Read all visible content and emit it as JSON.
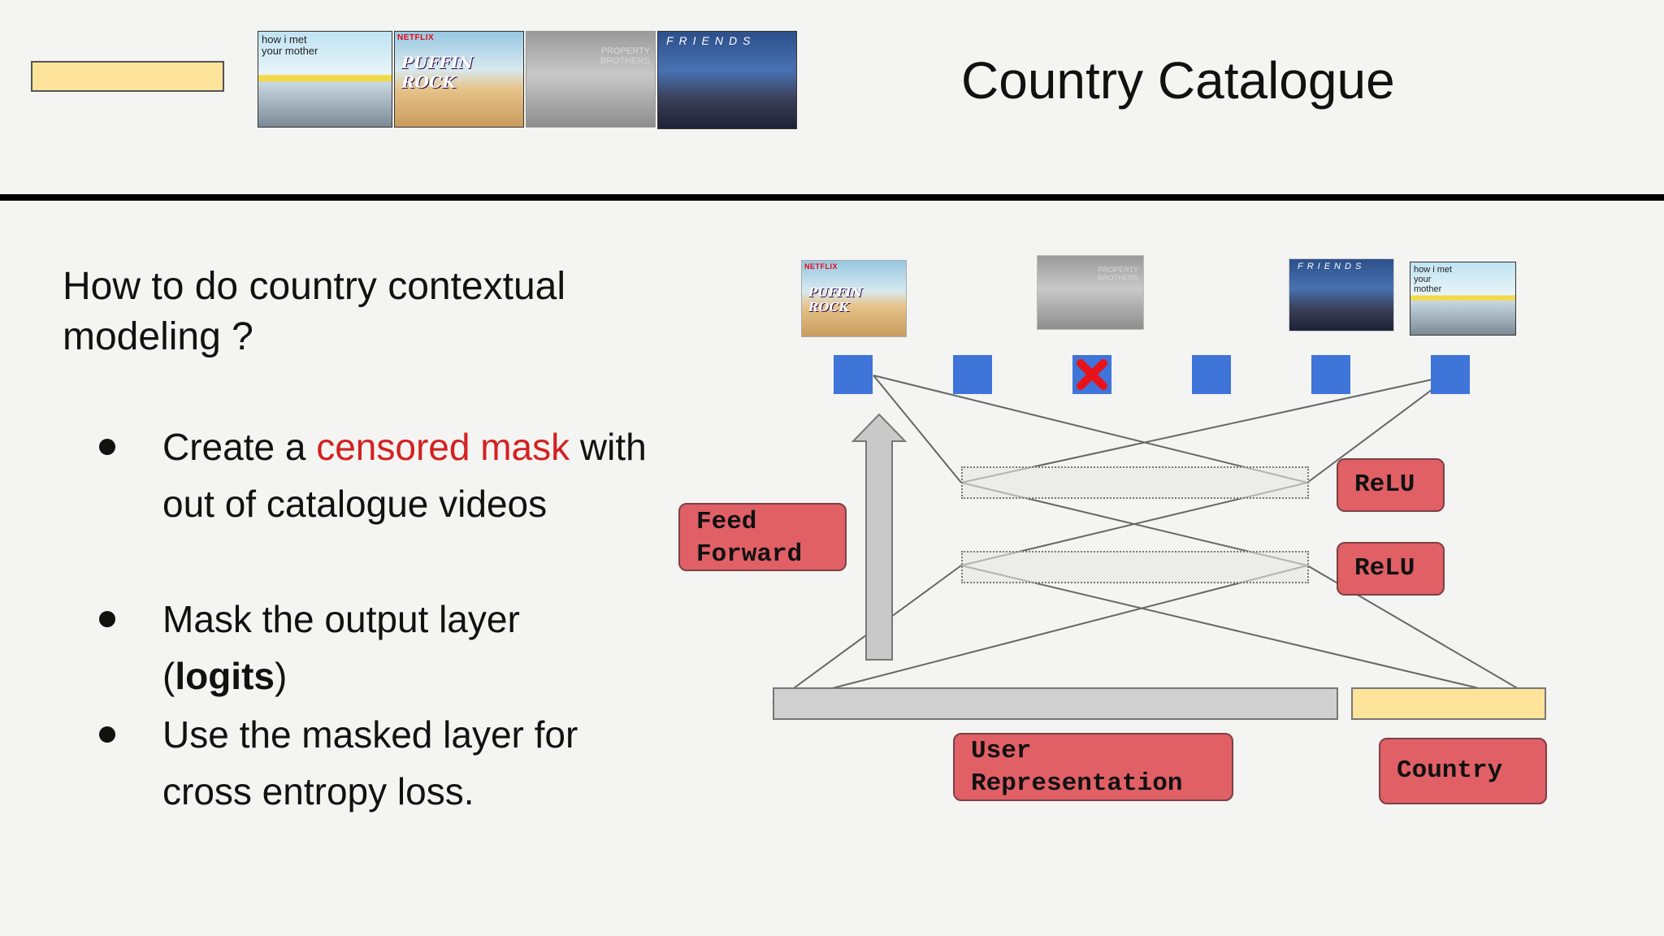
{
  "header": {
    "title": "Country Catalogue",
    "thumbnails": [
      {
        "caption": "how i met your mother",
        "icon": "show-poster"
      },
      {
        "caption": "PUFFIN ROCK",
        "badge": "NETFLIX",
        "icon": "show-poster"
      },
      {
        "caption": "PROPERTY BROTHERS",
        "icon": "show-poster"
      },
      {
        "caption": "FRIENDS",
        "icon": "show-poster"
      }
    ],
    "swatch_color": "#fde49a"
  },
  "left": {
    "question": "How to do country contextual modeling ?",
    "bullets": [
      {
        "pre": "Create a ",
        "highlight": "censored mask",
        "post": " with out of catalogue videos"
      },
      {
        "pre": "Mask the output layer (",
        "bold": "logits",
        "post": ")"
      },
      {
        "text": "Use the masked layer for cross entropy loss."
      }
    ]
  },
  "diagram": {
    "output_thumbnails": [
      {
        "caption": "PUFFIN ROCK",
        "badge": "NETFLIX"
      },
      {
        "caption": "PROPERTY BROTHERS"
      },
      {
        "caption": "FRIENDS"
      },
      {
        "caption": "how i met your mother"
      }
    ],
    "output_nodes": 6,
    "masked_node_index": 2,
    "mask_icon": "red-x-icon",
    "labels": {
      "feed_forward": "Feed\nForward",
      "relu_1": "ReLU",
      "relu_2": "ReLU",
      "user_representation": "User\nRepresentation",
      "country": "Country"
    },
    "colors": {
      "node": "#3f74d8",
      "label_fill": "#e06066",
      "user_bar": "#d0d0d0",
      "country_bar": "#fde49a",
      "mask": "#e8131a",
      "highlight_text": "#d42020"
    }
  }
}
